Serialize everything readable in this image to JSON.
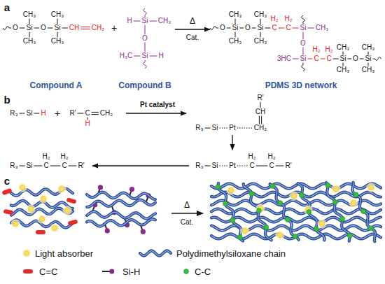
{
  "diagram": {
    "labels": [
      "a",
      "O",
      "Si",
      "O",
      "Si",
      "CH",
      "CH₂",
      "CH₃",
      "CH₃",
      "CH₃",
      "CH₃",
      "+",
      "H",
      "Si",
      "CH₃",
      "O",
      "H₃C",
      "Si",
      "H",
      "Δ",
      "Cat.",
      "O",
      "Si",
      "O",
      "Si",
      "C",
      "C",
      "Si",
      "CH₃",
      "H₂",
      "H₂",
      "CH₃",
      "CH₃",
      "CH₃",
      "CH₃",
      "O",
      "3HC",
      "Si",
      "C",
      "C",
      "H₂",
      "H₂",
      "Si",
      "O",
      "Si",
      "CH₃",
      "CH₃",
      "CH₃",
      "CH₃",
      "Compound A",
      "Compound B",
      "PDMS 3D network",
      "b",
      "R₃",
      "Si",
      "H",
      "+",
      "R'",
      "C",
      "H",
      "CH₂",
      "Pt catalyst",
      "R₃",
      "Si",
      "Pt",
      "R'",
      "CH",
      "CH₂",
      "R₃",
      "Si",
      "Pt",
      "C",
      "C",
      "R'",
      "H₂",
      "H₂",
      "R₃",
      "Si",
      "C",
      "C",
      "R'",
      "H₂",
      "H₂",
      "c",
      "Δ",
      "Cat."
    ],
    "legend": [
      {
        "text": "Light absorber"
      },
      {
        "text": "Polydimethylsiloxane chain"
      },
      {
        "text": "C=C"
      },
      {
        "text": "Si-H"
      },
      {
        "text": "C-C"
      }
    ]
  }
}
